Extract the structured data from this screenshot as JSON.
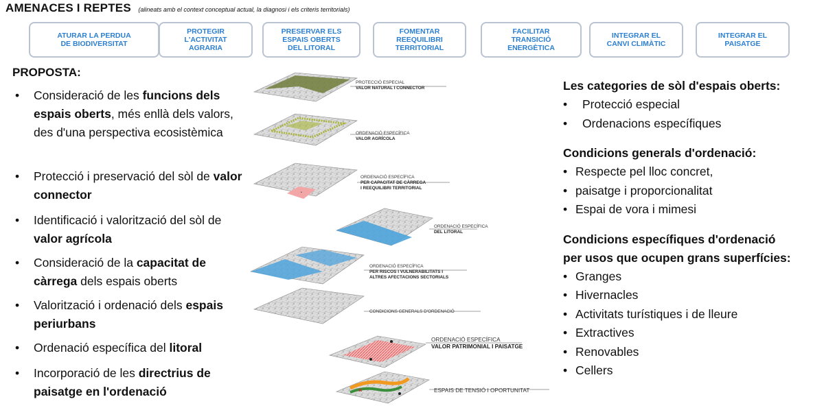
{
  "header": {
    "title": "AMENACES I REPTES",
    "subtitle": "(alineats amb el context conceptual actual, la diagnosi i els criteris territorials)"
  },
  "challenges": [
    "ATURAR LA PERDUA\nDE BIODIVERSITAT",
    "PROTEGIR\nL'ACTIVITAT\nAGRARIA",
    "PRESERVAR ELS\nESPAIS OBERTS\nDEL LITORAL",
    "FOMENTAR\nREEQUILIBRI\nTERRITORIAL",
    "FACILITAR\nTRANSICIÓ\nENERGÈTICA",
    "INTEGRAR EL\nCANVI CLIMÀTIC",
    "INTEGRAR EL\nPAISATGE"
  ],
  "proposta": {
    "title": "PROPOSTA:",
    "items": [
      {
        "a": "Consideració de les ",
        "b": "funcions dels espais oberts",
        "c": ", més enllà dels valors, des d'una perspectiva ecosistèmica"
      },
      {
        "a": "Protecció i preservació del sòl de ",
        "b": "valor connector",
        "c": ""
      },
      {
        "a": "Identificació i valorització del sòl de ",
        "b": "valor agrícola",
        "c": ""
      },
      {
        "a": "Consideració de la ",
        "b": "capacitat de càrrega",
        "c": " dels espais oberts"
      },
      {
        "a": "Valorització i ordenació dels ",
        "b": "espais periurbans",
        "c": ""
      },
      {
        "a": "Ordenació específica del ",
        "b": "litoral",
        "c": ""
      },
      {
        "a": "Incorporació de les ",
        "b": "directrius de paisatge en l'ordenació",
        "c": ""
      }
    ]
  },
  "layers": {
    "l1": {
      "line1": "PROTECCIÓ ESPECIAL",
      "line2": "VALOR NATURAL I CONNECTOR"
    },
    "l2": {
      "line1": "ORDENACIÓ ESPECÍFICA",
      "line2": "VALOR AGRÍCOLA"
    },
    "l3": {
      "line1": "ORDENACIÓ ESPECÍFICA",
      "line2": "PER CAPACITAT DE CÀRREGA",
      "line3": "I REEQUILIBRI TERRITORIAL"
    },
    "l4": {
      "line1": "ORDENACIÓ ESPECÍFICA",
      "line2": "DEL LITORAL"
    },
    "l5": {
      "line1": "ORDENACIÓ ESPECÍFICA",
      "line2": "PER RISCOS I VULNERABILITATS I",
      "line3": "ALTRES AFECTACIONS SECTORIALS"
    },
    "l6": {
      "line1": "CONDICIONS GENERALS D'ORDENACIÓ"
    },
    "l7": {
      "line1": "ORDENACIÓ ESPECÍFICA",
      "line2": "VALOR PATRIMONIAL I PAISATGE"
    },
    "l8": {
      "line1": "ESPAIS DE TENSIÓ I OPORTUNITAT"
    }
  },
  "categories": {
    "title": "Les categories de sòl d'espais oberts:",
    "items": [
      "Protecció especial",
      "Ordenacions específiques"
    ]
  },
  "general_conditions": {
    "title": "Condicions generals d'ordenació:",
    "items": [
      "Respecte pel lloc concret,",
      "paisatge i proporcionalitat",
      "Espai de vora i mimesi"
    ]
  },
  "specific_conditions": {
    "title_line1": "Condicions específiques d'ordenació",
    "title_line2": "per usos que ocupen grans superfícies:",
    "items": [
      "Granges",
      "Hivernacles",
      "Activitats turístiques i de lleure",
      "Extractives",
      "Renovables",
      "Cellers"
    ]
  },
  "colors": {
    "pill_text": "#2c7fd0",
    "pill_border": "#b9c3d1",
    "natural": "#6f7d3a",
    "agricultural": "#a9b53a",
    "capacity": "#f3a6a6",
    "coastal": "#4ea3dc",
    "heritage": "#e37070",
    "tension_orange": "#f29a1f",
    "tension_green": "#3c8e3c"
  }
}
